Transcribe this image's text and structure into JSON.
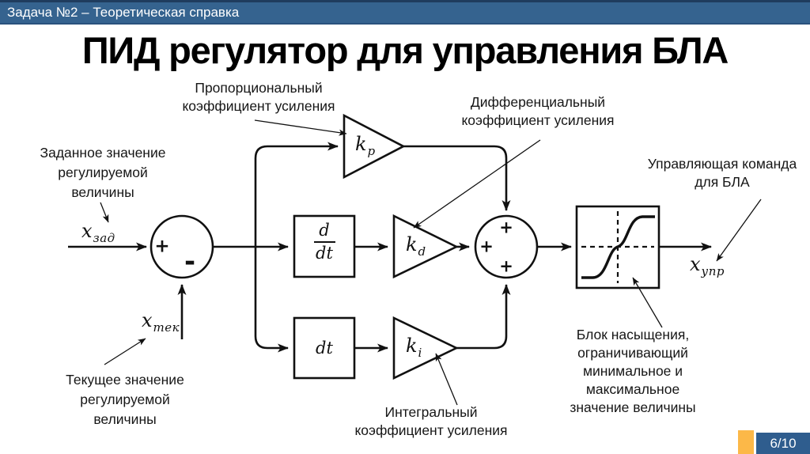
{
  "header": {
    "title": "Задача №2 – Теоретическая справка"
  },
  "slide_title": "ПИД регулятор для управления БЛА",
  "annotations": {
    "proportional": "Пропорциональный\nкоэффициент усиления",
    "differential": "Дифференциальный\nкоэффициент усиления",
    "setpoint": "Заданное значение\nрегулируемой\nвеличины",
    "current": "Текущее значение\nрегулируемой\nвеличины",
    "integral": "Интегральный\nкоэффициент усиления",
    "saturation": "Блок насыщения,\nограничивающий\nминимальное и\nмаксимальное\nзначение величины",
    "command": "Управляющая команда\nдля БЛА"
  },
  "math": {
    "x_set": {
      "base": "x",
      "sub": "зад"
    },
    "x_cur": {
      "base": "x",
      "sub": "тек"
    },
    "x_out": {
      "base": "x",
      "sub": "упр"
    },
    "k_p": {
      "base": "k",
      "sub": "p"
    },
    "k_d": {
      "base": "k",
      "sub": "d"
    },
    "k_i": {
      "base": "k",
      "sub": "i"
    },
    "derivative_block": {
      "num": "d",
      "den": "dt"
    },
    "integral_block": "dt"
  },
  "signs": {
    "sum1_plus": "+",
    "sum1_minus": "-",
    "sum2_top": "+",
    "sum2_left": "+",
    "sum2_bottom": "+"
  },
  "footer": {
    "page": "6/10"
  },
  "colors": {
    "header_bg": "#35638f",
    "header_top_strip": "#1f3c5e",
    "accent_orange": "#fcb848",
    "footer_badge_bg": "#2f5d8e",
    "diagram_line": "#111111"
  }
}
